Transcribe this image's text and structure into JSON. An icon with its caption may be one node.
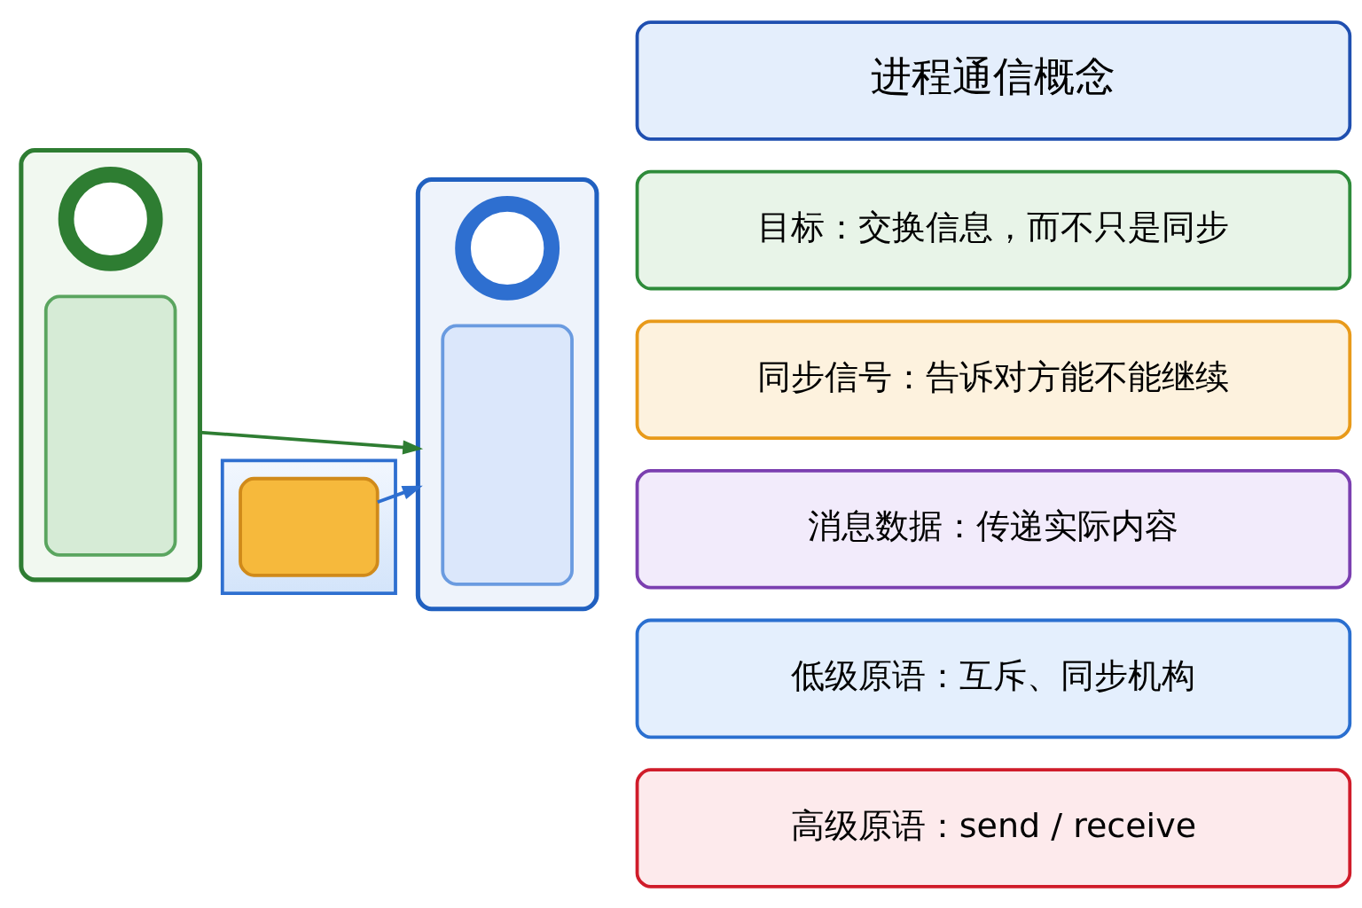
{
  "diagram": {
    "nodes": [
      {
        "text": [
          "进程通信概念"
        ]
      },
      {
        "text": [
          "目标：交换信息，而不只是同步"
        ]
      },
      {
        "text": [
          "同步信号：告诉对方能不能继续"
        ]
      },
      {
        "text": [
          "消息数据：传递实际内容"
        ]
      },
      {
        "text": [
          "低级原语：互斥、同步机构"
        ]
      },
      {
        "text": [
          "高级原语：send / receive"
        ]
      },
      {
        "text": [],
        "shape": "box"
      },
      {
        "text": [],
        "shape": "circle",
        "in": 6
      },
      {
        "text": [],
        "shape": "box",
        "in": 6
      },
      {
        "text": [],
        "shape": "band"
      },
      {
        "text": [],
        "shape": "box",
        "in": 9
      },
      {
        "text": [],
        "shape": "box"
      },
      {
        "text": [],
        "shape": "circle",
        "in": 11
      },
      {
        "text": [],
        "shape": "box",
        "in": 11
      }
    ],
    "edges": [
      {
        "from": 10,
        "to": 11,
        "arrow": "to",
        "color": "#2e6fd0"
      },
      {
        "from": 6,
        "to": 11,
        "arrow": "to",
        "color": "#2e7d32"
      }
    ]
  }
}
